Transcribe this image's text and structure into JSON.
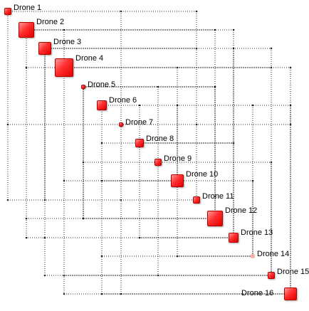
{
  "drones": [
    {
      "id": 1,
      "label": "Drone 1",
      "state": "active"
    },
    {
      "id": 2,
      "label": "Drone 2",
      "state": "active"
    },
    {
      "id": 3,
      "label": "Drone 3",
      "state": "active"
    },
    {
      "id": 4,
      "label": "Drone 4",
      "state": "active"
    },
    {
      "id": 5,
      "label": "Drone 5",
      "state": "active"
    },
    {
      "id": 6,
      "label": "Drone 6",
      "state": "active"
    },
    {
      "id": 7,
      "label": "Drone 7",
      "state": "active"
    },
    {
      "id": 8,
      "label": "Drone 8",
      "state": "active"
    },
    {
      "id": 9,
      "label": "Drone 9",
      "state": "active"
    },
    {
      "id": 10,
      "label": "Drone 10",
      "state": "active"
    },
    {
      "id": 11,
      "label": "Drone 11",
      "state": "active"
    },
    {
      "id": 12,
      "label": "Drone 12",
      "state": "active"
    },
    {
      "id": 13,
      "label": "Drone 13",
      "state": "active"
    },
    {
      "id": 14,
      "label": "Drone 14",
      "state": "faded"
    },
    {
      "id": 15,
      "label": "Drone 15",
      "state": "active"
    },
    {
      "id": 16,
      "label": "Drone 16",
      "state": "active"
    }
  ],
  "colors": {
    "node": "#ff2e2e",
    "node_faded": "#f4b3b3",
    "wire": "#222222"
  }
}
